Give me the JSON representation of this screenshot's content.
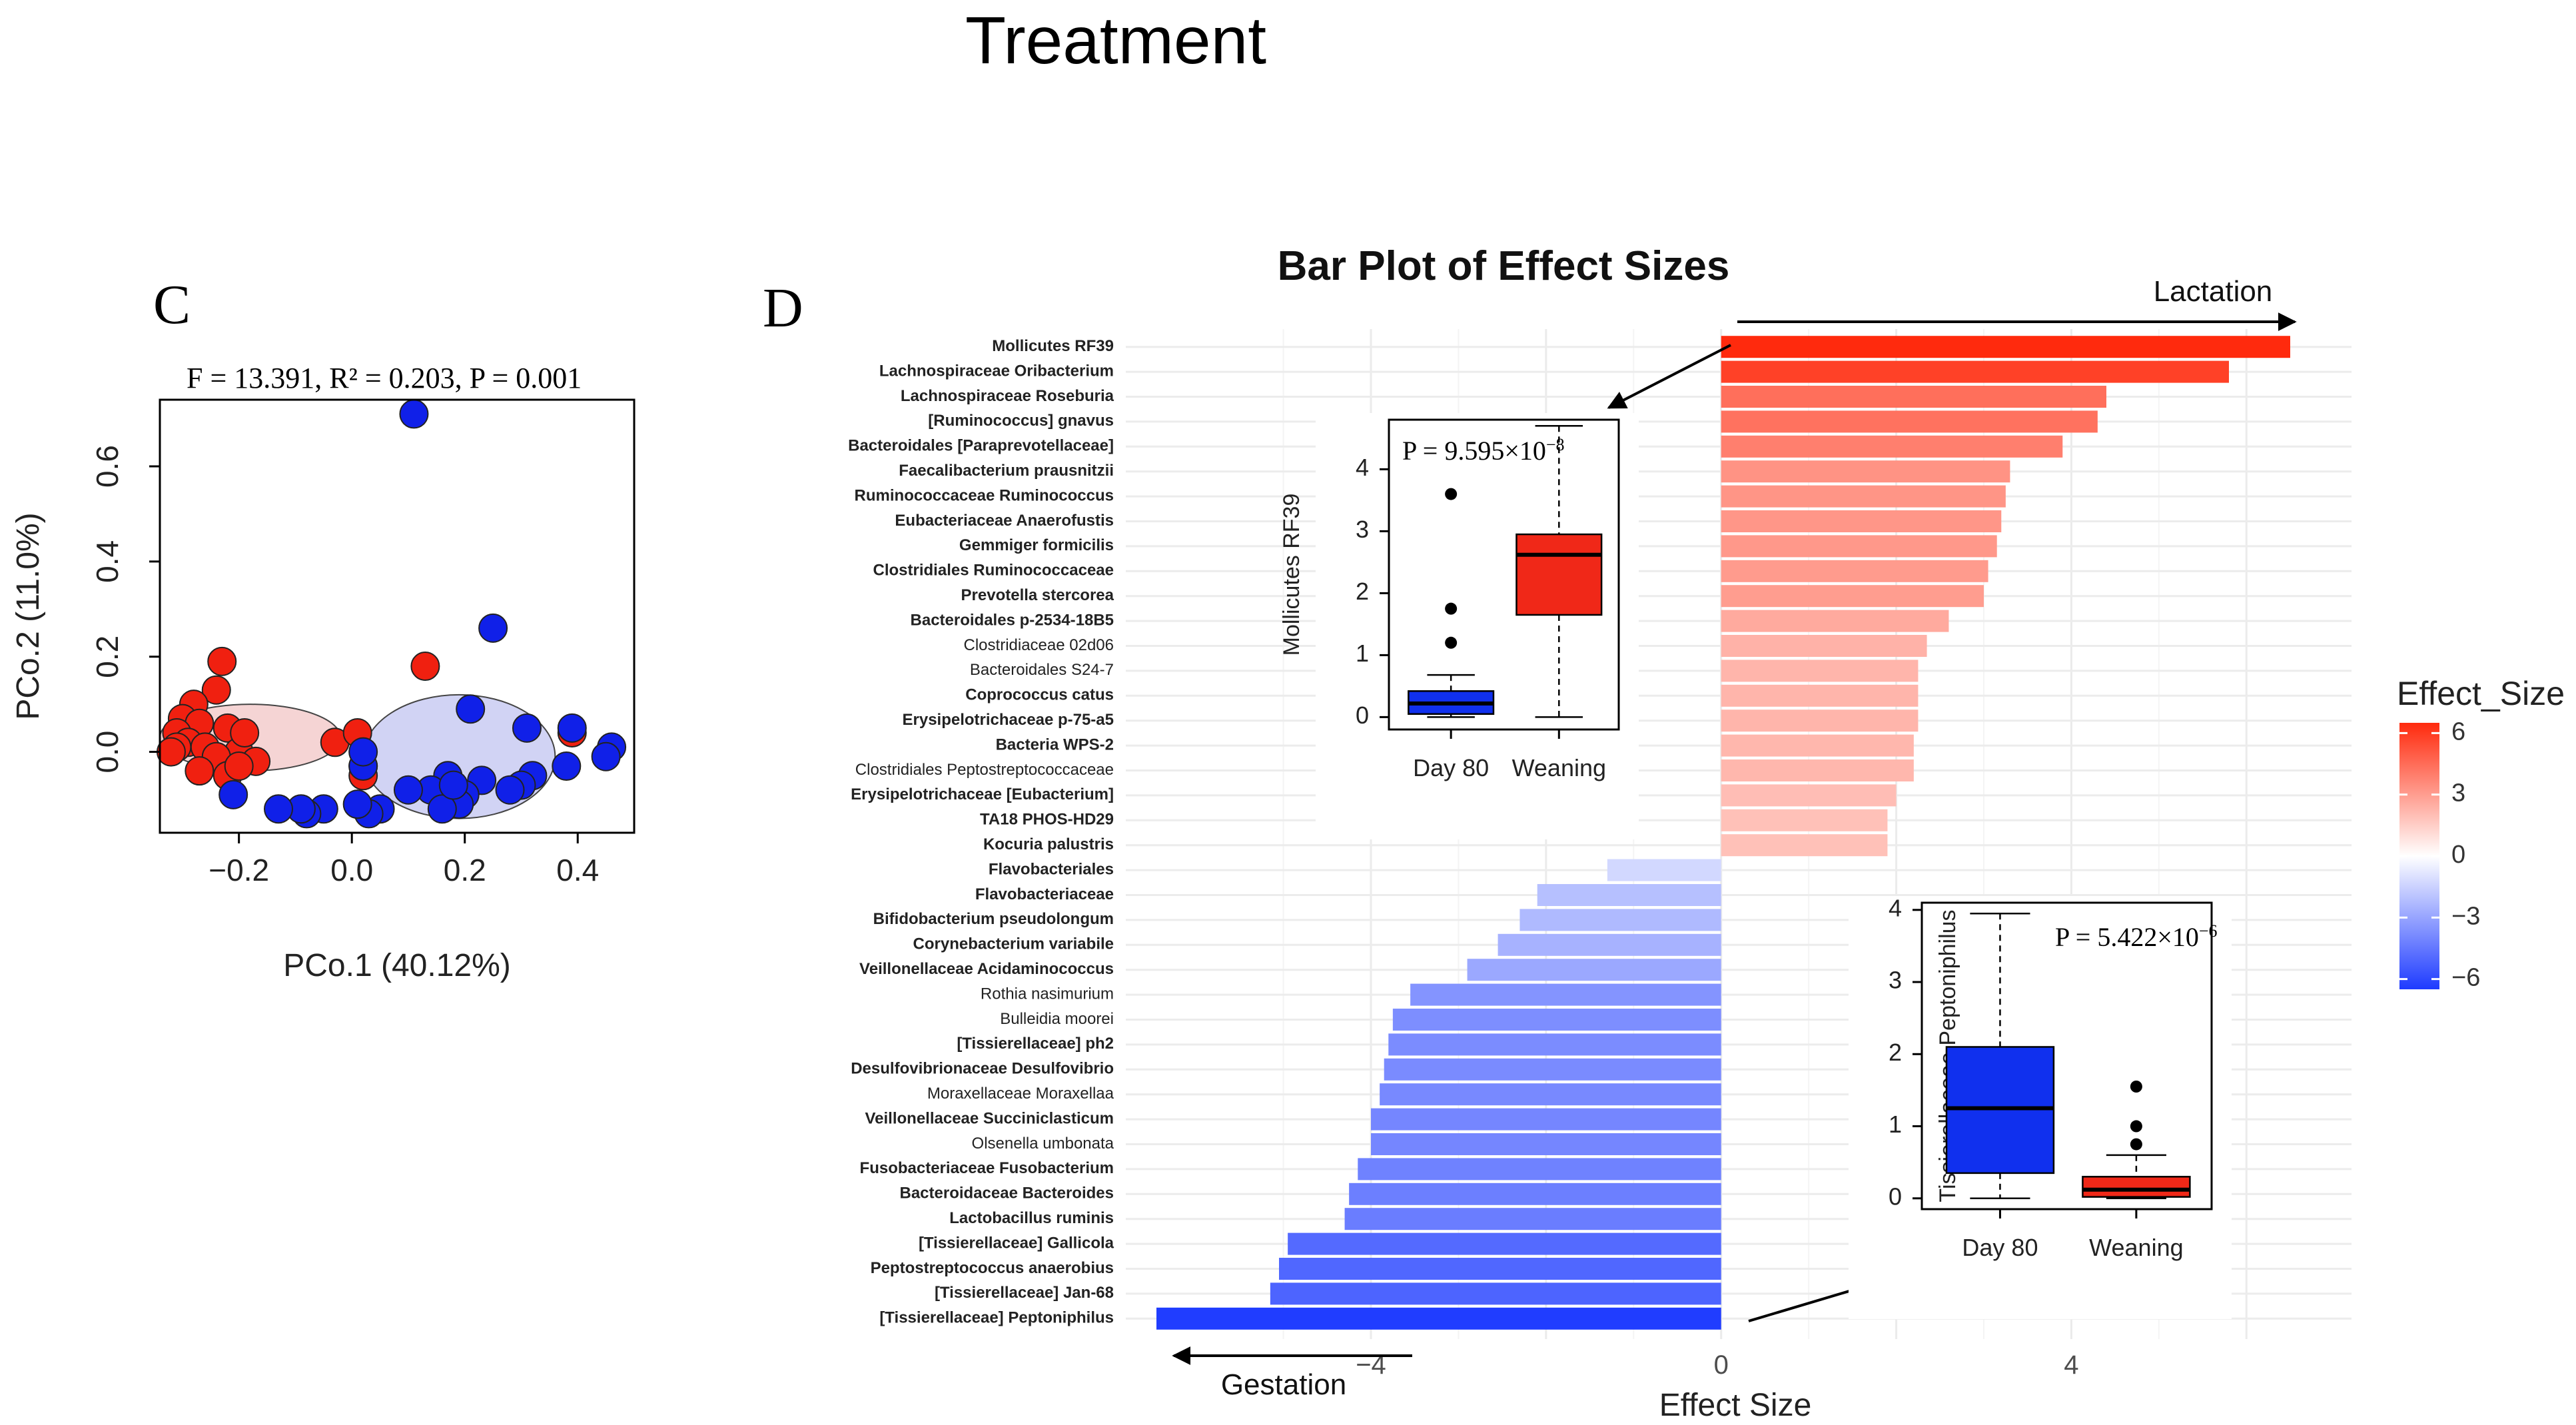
{
  "page_title": "Treatment",
  "panel_c": {
    "letter": "C",
    "stats": "F = 13.391, R² = 0.203, P = 0.001",
    "chart_data": {
      "type": "scatter",
      "xlabel": "PCo.1 (40.12%)",
      "ylabel": "PCo.2 (11.0%)",
      "xlim": [
        -0.34,
        0.5
      ],
      "ylim": [
        -0.17,
        0.74
      ],
      "xticks": [
        -0.2,
        0.0,
        0.2,
        0.4
      ],
      "xtick_labels": [
        "−0.2",
        "0.0",
        "0.2",
        "0.4"
      ],
      "yticks": [
        0.0,
        0.2,
        0.4,
        0.6
      ],
      "ytick_labels": [
        "0.0",
        "0.2",
        "0.4",
        "0.6"
      ],
      "series": [
        {
          "color": "#f02010",
          "ellipse": {
            "cx": -0.18,
            "cy": 0.03,
            "rx": 0.16,
            "ry": 0.07,
            "fill": "#f3cdcd"
          },
          "points": [
            [
              -0.23,
              0.19
            ],
            [
              -0.24,
              0.13
            ],
            [
              -0.28,
              0.1
            ],
            [
              -0.3,
              0.07
            ],
            [
              -0.27,
              0.06
            ],
            [
              -0.31,
              0.04
            ],
            [
              -0.22,
              0.05
            ],
            [
              -0.29,
              0.02
            ],
            [
              -0.31,
              0.01
            ],
            [
              -0.32,
              0.0
            ],
            [
              -0.26,
              0.01
            ],
            [
              -0.2,
              0.0
            ],
            [
              -0.24,
              -0.01
            ],
            [
              -0.19,
              0.04
            ],
            [
              -0.17,
              -0.02
            ],
            [
              -0.27,
              -0.04
            ],
            [
              -0.22,
              -0.05
            ],
            [
              -0.2,
              -0.03
            ],
            [
              -0.03,
              0.02
            ],
            [
              0.02,
              -0.03
            ],
            [
              0.13,
              0.18
            ],
            [
              0.39,
              0.04
            ],
            [
              0.02,
              -0.05
            ],
            [
              0.01,
              0.04
            ]
          ]
        },
        {
          "color": "#1020e8",
          "ellipse": {
            "cx": 0.19,
            "cy": -0.01,
            "rx": 0.17,
            "ry": 0.13,
            "fill": "#c9cbf2"
          },
          "points": [
            [
              0.11,
              0.71
            ],
            [
              0.25,
              0.26
            ],
            [
              0.21,
              0.09
            ],
            [
              0.31,
              0.05
            ],
            [
              0.39,
              0.05
            ],
            [
              0.46,
              0.01
            ],
            [
              0.45,
              -0.01
            ],
            [
              0.38,
              -0.03
            ],
            [
              0.32,
              -0.05
            ],
            [
              0.3,
              -0.07
            ],
            [
              0.28,
              -0.08
            ],
            [
              0.23,
              -0.06
            ],
            [
              0.2,
              -0.09
            ],
            [
              0.17,
              -0.05
            ],
            [
              0.16,
              -0.09
            ],
            [
              0.14,
              -0.08
            ],
            [
              0.1,
              -0.08
            ],
            [
              0.05,
              -0.12
            ],
            [
              0.03,
              -0.13
            ],
            [
              0.01,
              -0.11
            ],
            [
              -0.05,
              -0.12
            ],
            [
              -0.08,
              -0.13
            ],
            [
              -0.09,
              -0.12
            ],
            [
              -0.13,
              -0.12
            ],
            [
              -0.21,
              -0.09
            ],
            [
              0.19,
              -0.11
            ],
            [
              0.16,
              -0.12
            ],
            [
              0.02,
              -0.03
            ],
            [
              0.02,
              0.0
            ],
            [
              0.18,
              -0.07
            ]
          ]
        }
      ]
    }
  },
  "panel_d": {
    "letter": "D",
    "chart_data": {
      "type": "bar",
      "orientation": "horizontal",
      "title": "Bar Plot of Effect Sizes",
      "xlabel": "Effect Size",
      "xlim": [
        -6.8,
        7.2
      ],
      "xticks": [
        -4,
        0,
        4
      ],
      "xtick_labels": [
        "−4",
        "0",
        "4"
      ],
      "legend": {
        "title": "Effect_Size",
        "placement": "right",
        "ticks": [
          6,
          3,
          0,
          -3,
          -6
        ],
        "tick_labels": [
          "6",
          "3",
          "0",
          "−3",
          "−6"
        ],
        "low_color": "#1e3bff",
        "mid_color": "#ffffff",
        "high_color": "#ff2a0d"
      },
      "arrows": {
        "positive": "Lactation",
        "negative": "Gestation"
      },
      "categories": [
        "Mollicutes RF39",
        "Lachnospiraceae Oribacterium",
        "Lachnospiraceae Roseburia",
        "[Ruminococcus] gnavus",
        "Bacteroidales [Paraprevotellaceae]",
        "Faecalibacterium prausnitzii",
        "Ruminococcaceae Ruminococcus",
        "Eubacteriaceae Anaerofustis",
        "Gemmiger formicilis",
        "Clostridiales Ruminococcaceae",
        "Prevotella stercorea",
        "Bacteroidales p-2534-18B5",
        "Clostridiaceae 02d06",
        "Bacteroidales S24-7",
        "Coprococcus catus",
        "Erysipelotrichaceae p-75-a5",
        "Bacteria WPS-2",
        "Clostridiales Peptostreptococcaceae",
        "Erysipelotrichaceae [Eubacterium]",
        "TA18 PHOS-HD29",
        "Kocuria palustris",
        "Flavobacteriales",
        "Flavobacteriaceae",
        "Bifidobacterium pseudolongum",
        "Corynebacterium variabile",
        "Veillonellaceae Acidaminococcus",
        "Rothia nasimurium",
        "Bulleidia moorei",
        "[Tissierellaceae] ph2",
        "Desulfovibrionaceae Desulfovibrio",
        "Moraxellaceae Moraxellaa",
        "Veillonellaceae Succiniclasticum",
        "Olsenella umbonata",
        "Fusobacteriaceae Fusobacterium",
        "Bacteroidaceae Bacteroides",
        "Lactobacillus ruminis",
        "[Tissierellaceae] Gallicola",
        "Peptostreptococcus anaerobius",
        "[Tissierellaceae] Jan-68",
        "[Tissierellaceae] Peptoniphilus"
      ],
      "bold": [
        true,
        true,
        true,
        true,
        true,
        true,
        true,
        true,
        true,
        true,
        true,
        true,
        false,
        false,
        true,
        true,
        true,
        false,
        true,
        true,
        true,
        true,
        true,
        true,
        true,
        true,
        false,
        false,
        true,
        true,
        false,
        true,
        false,
        true,
        true,
        true,
        true,
        true,
        true,
        true
      ],
      "values": [
        6.5,
        5.8,
        4.4,
        4.3,
        3.9,
        3.3,
        3.25,
        3.2,
        3.15,
        3.05,
        3.0,
        2.6,
        2.35,
        2.25,
        2.25,
        2.25,
        2.2,
        2.2,
        2.0,
        1.9,
        1.9,
        -1.3,
        -2.1,
        -2.3,
        -2.55,
        -2.9,
        -3.55,
        -3.75,
        -3.8,
        -3.85,
        -3.9,
        -4.0,
        -4.0,
        -4.15,
        -4.25,
        -4.3,
        -4.95,
        -5.05,
        -5.15,
        -6.45
      ],
      "insets": [
        {
          "ylabel": "Mollicutes RF39",
          "p_prefix": "P = 9.595×10",
          "p_exp": "−8",
          "categories": [
            "Day 80",
            "Weaning"
          ],
          "yticks": [
            0,
            1,
            2,
            3,
            4
          ],
          "ylim": [
            -0.2,
            4.8
          ],
          "boxes": [
            {
              "color": "#1030ee",
              "q1": 0.05,
              "median": 0.22,
              "q3": 0.42,
              "whisker_low": 0.0,
              "whisker_high": 0.68,
              "outliers": [
                1.2,
                1.75,
                3.6
              ]
            },
            {
              "color": "#f02818",
              "q1": 1.65,
              "median": 2.62,
              "q3": 2.95,
              "whisker_low": 0.0,
              "whisker_high": 4.7,
              "outliers": []
            }
          ]
        },
        {
          "ylabel": "Tissierellaceae Peptoniphilus",
          "p_prefix": "P = 5.422×10",
          "p_exp": "−6",
          "categories": [
            "Day 80",
            "Weaning"
          ],
          "yticks": [
            0,
            1,
            2,
            3,
            4
          ],
          "ylim": [
            -0.15,
            4.1
          ],
          "boxes": [
            {
              "color": "#1030ee",
              "q1": 0.35,
              "median": 1.25,
              "q3": 2.1,
              "whisker_low": 0.0,
              "whisker_high": 3.95,
              "outliers": []
            },
            {
              "color": "#f02818",
              "q1": 0.02,
              "median": 0.12,
              "q3": 0.3,
              "whisker_low": 0.0,
              "whisker_high": 0.6,
              "outliers": [
                0.75,
                1.0,
                1.55
              ]
            }
          ]
        }
      ]
    }
  }
}
